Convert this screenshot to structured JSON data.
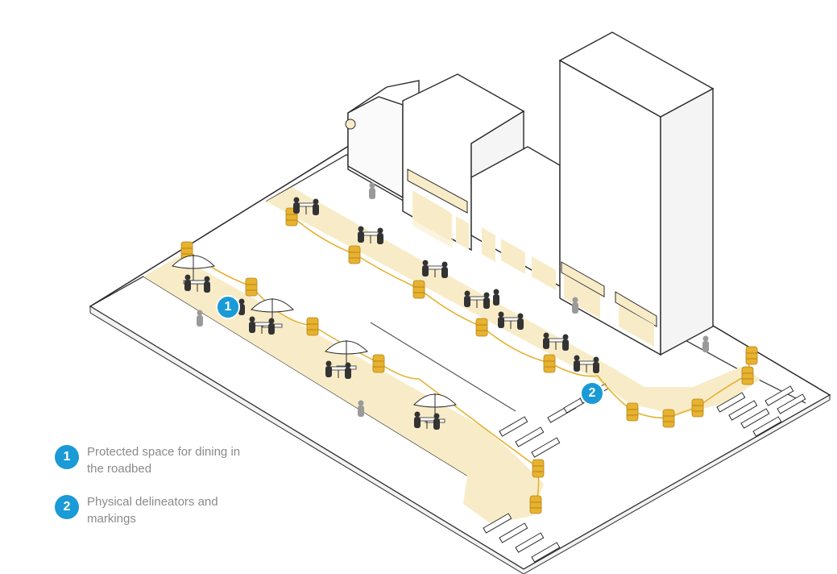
{
  "colors": {
    "accent": "#1a9ad6",
    "zone": "#f8ecc8",
    "barrel": "#e6b230",
    "barrel_dark": "#b88414",
    "line": "#2a2a2a",
    "figure_dark": "#333333",
    "figure_grey": "#9a9a9a"
  },
  "markers": [
    {
      "number": "1"
    },
    {
      "number": "2"
    }
  ],
  "legend": [
    {
      "number": "1",
      "text": "Protected space for dining in the roadbed"
    },
    {
      "number": "2",
      "text": "Physical delineators and markings"
    }
  ]
}
